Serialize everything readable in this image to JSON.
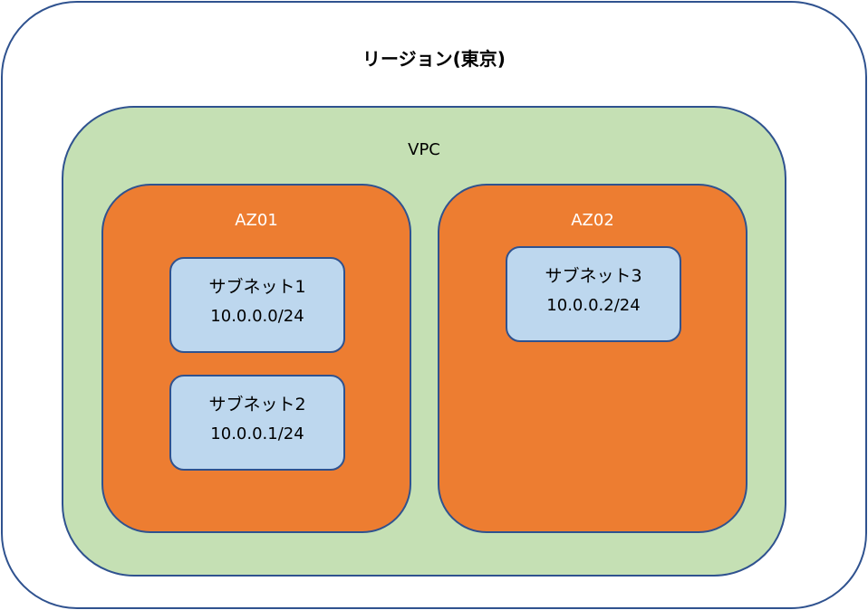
{
  "region": {
    "title": "リージョン(東京)",
    "fill": "#ffffff",
    "vpc": {
      "title": "VPC",
      "fill": "#c5e0b4",
      "azs": [
        {
          "title": "AZ01",
          "fill": "#ed7d31",
          "subnets": [
            {
              "name": "サブネット1",
              "cidr": "10.0.0.0/24"
            },
            {
              "name": "サブネット2",
              "cidr": "10.0.0.1/24"
            }
          ]
        },
        {
          "title": "AZ02",
          "fill": "#ed7d31",
          "subnets": [
            {
              "name": "サブネット3",
              "cidr": "10.0.0.2/24"
            }
          ]
        }
      ]
    }
  },
  "colors": {
    "border": "#2f528f",
    "subnet_fill": "#bdd7ee"
  }
}
